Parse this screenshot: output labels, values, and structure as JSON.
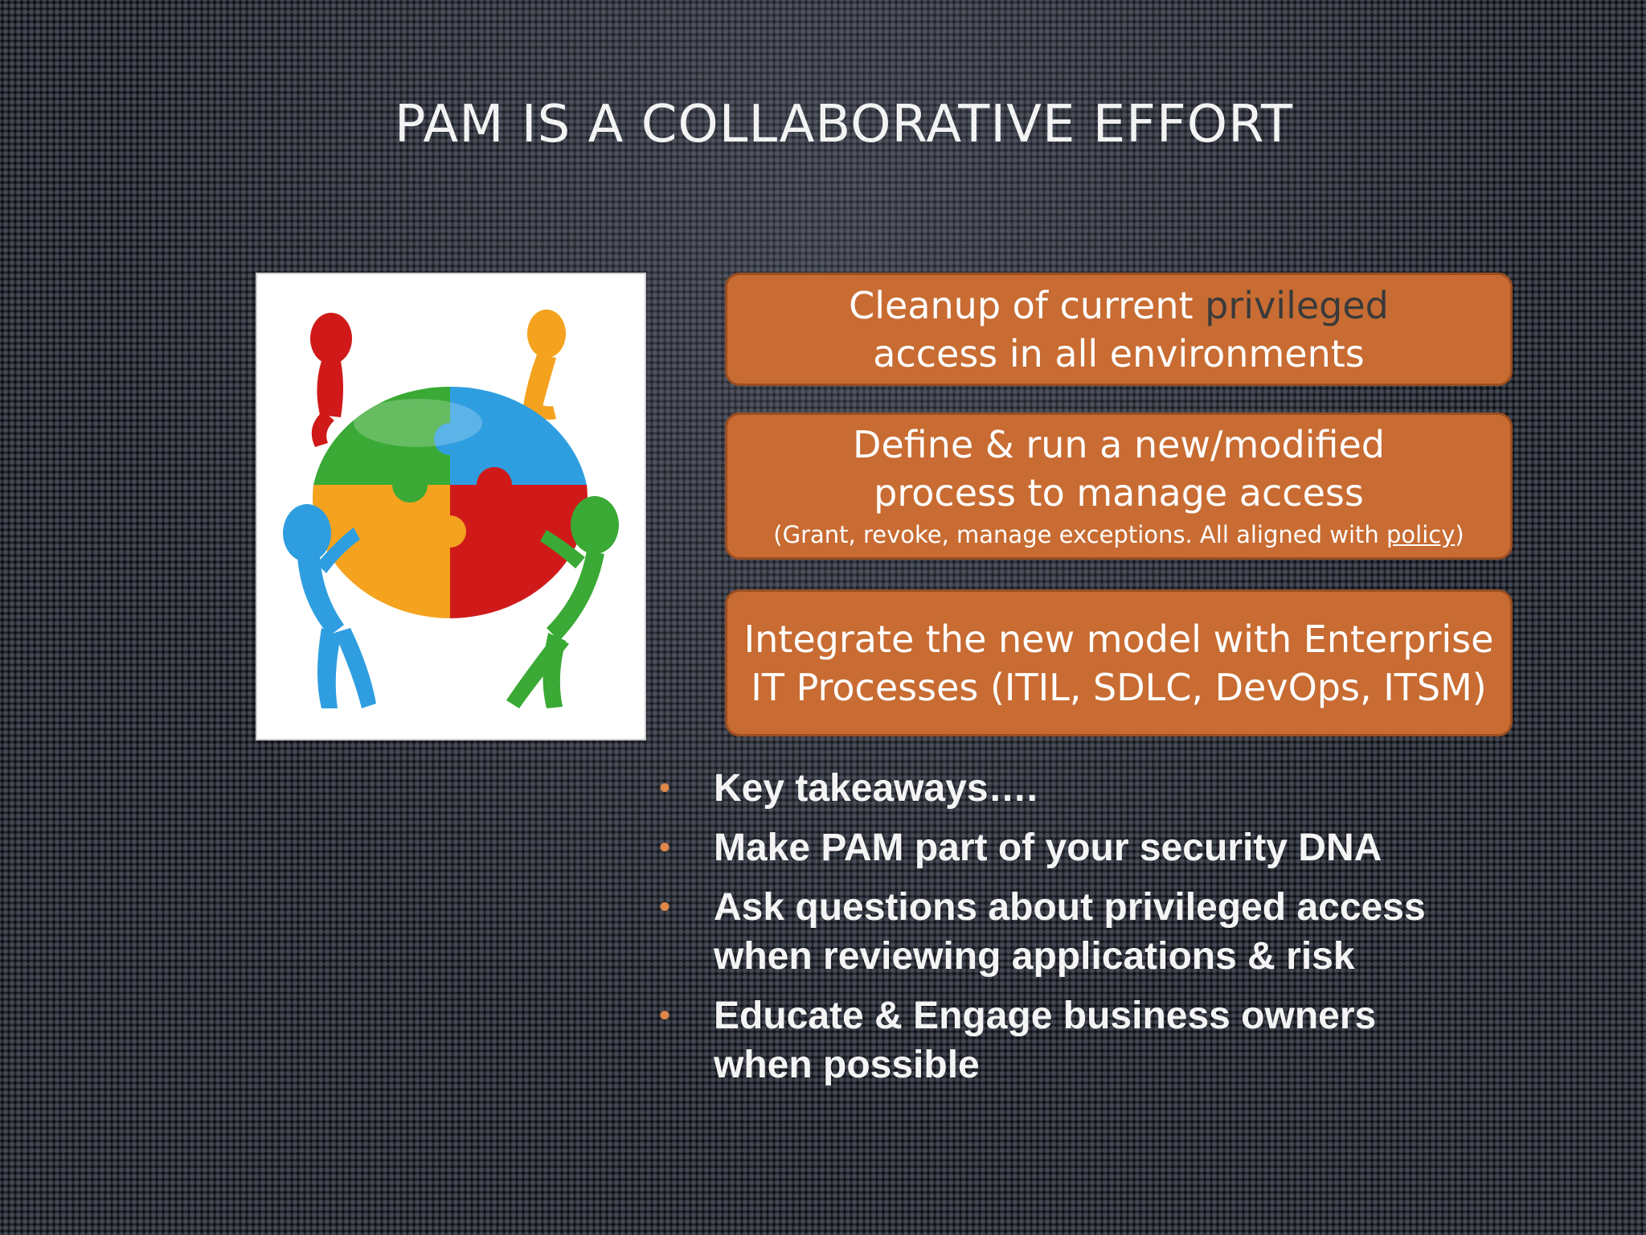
{
  "slide": {
    "title": "PAM IS A COLLABORATIVE EFFORT",
    "picture_description_icon": "puzzle-team-icon"
  },
  "boxes": [
    {
      "line1_part1": "Cleanup of current ",
      "line1_part2": "privileged",
      "line2": "access in all environments"
    },
    {
      "line1": "Define & run a new/modified",
      "line2": "process to manage access",
      "note_part1": "(Grant, revoke, manage exceptions. All aligned with ",
      "note_link": "policy",
      "note_part2": ")"
    },
    {
      "line1": "Integrate the new model with Enterprise",
      "line2": "IT Processes (ITIL, SDLC, DevOps, ITSM)"
    }
  ],
  "bullets": [
    "Key takeaways….",
    "Make PAM part of your security DNA",
    "Ask questions about privileged access when reviewing applications & risk",
    "Educate & Engage business owners when possible"
  ],
  "bullet_symbol": "•",
  "colors": {
    "box_fill": "#c86c33",
    "bullet": "#e0874a",
    "puzzle_green": "#3aa935",
    "puzzle_blue": "#2f9ee0",
    "puzzle_orange": "#f5a21e",
    "puzzle_red": "#d01a1a"
  }
}
